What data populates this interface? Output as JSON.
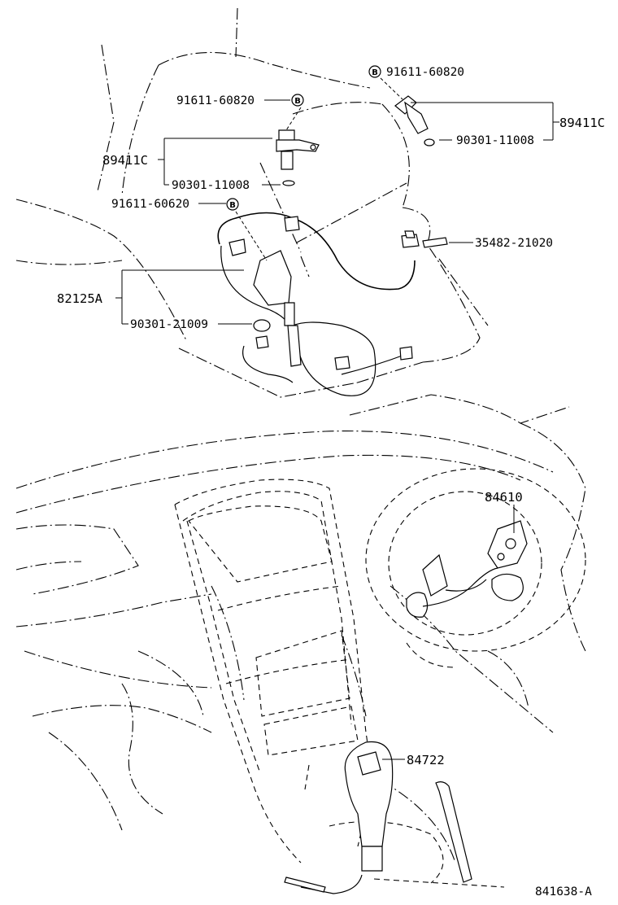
{
  "figure_code": "841638-A",
  "badge_letter": "B",
  "parts": {
    "bolt_top_right": "91611-60820",
    "sensor_right": "89411C",
    "oring_right": "90301-11008",
    "bolt_left": "91611-60820",
    "sensor_left": "89411C",
    "oring_left": "90301-11008",
    "bolt_harness": "91611-60620",
    "harness": "82125A",
    "oring_harness": "90301-21009",
    "switch_part": "35482-21020",
    "steering_switch": "84610",
    "shift_switch": "84722"
  }
}
